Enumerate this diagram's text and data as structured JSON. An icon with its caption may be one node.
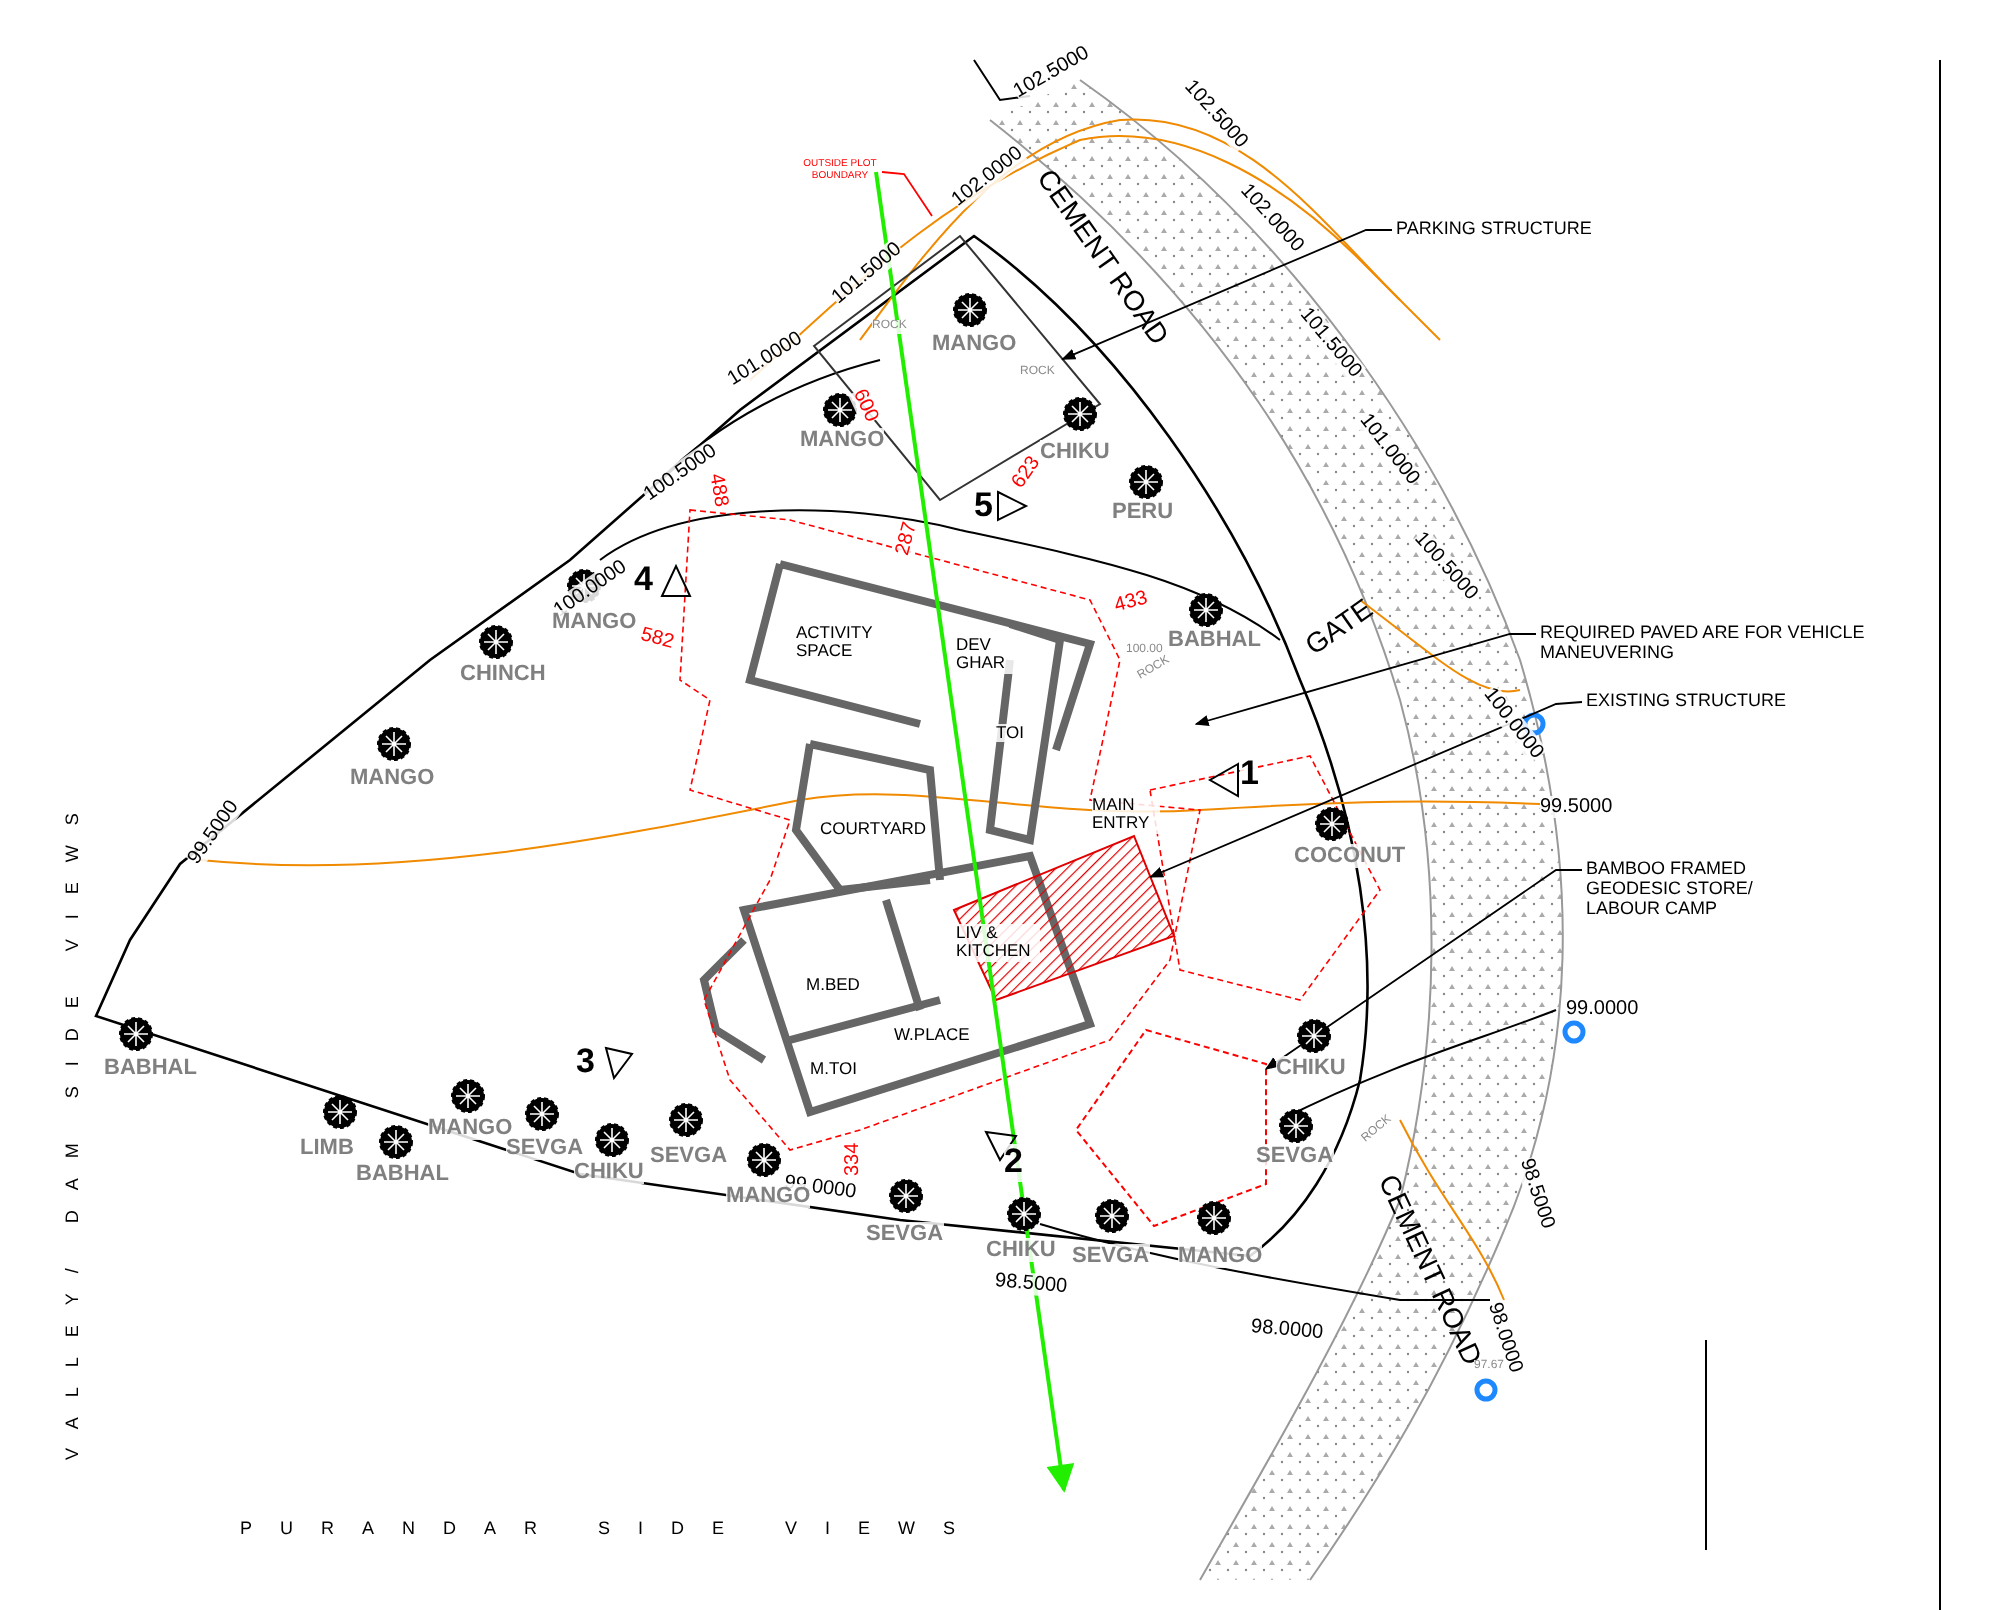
{
  "diagram": {
    "nodes": [
      {
        "text": [
          "OUTSIDE PLOT BOUNDARY"
        ]
      },
      {
        "text": [
          "PARKING STRUCTURE"
        ]
      },
      {
        "text": [],
        "shape": "box"
      },
      {
        "text": [
          "REQUIRED PAVED ARE FOR VEHICLE MANEUVERING"
        ]
      },
      {
        "text": [
          "EXISTING STRUCTURE"
        ]
      },
      {
        "text": [],
        "shape": "box"
      },
      {
        "text": [
          "BAMBOO FRAMED GEODESIC STORE/ LABOUR CAMP"
        ]
      },
      {
        "text": [],
        "shape": "box"
      }
    ],
    "edges": [
      {
        "from": 0,
        "to": null,
        "arrow": "none",
        "color": "#ff0000"
      },
      {
        "from": 1,
        "to": 2,
        "arrow": "to"
      },
      {
        "from": 3,
        "to": null,
        "arrow": "to"
      },
      {
        "from": 4,
        "to": 5,
        "arrow": "to"
      },
      {
        "from": 6,
        "to": 7,
        "arrow": "to"
      }
    ],
    "labels": [
      "102.5000",
      "102.5000",
      "102.0000",
      "102.0000",
      "CEMENT ROAD",
      "101.5000",
      "101.5000",
      "ROCK",
      "MANGO",
      "101.0000",
      "ROCK",
      "101.0000",
      "MANGO",
      "CHIKU",
      "600",
      "100.5000",
      "488",
      "623",
      "5",
      "PERU",
      "287",
      "100.5000",
      "100.0000",
      "4",
      "MANGO",
      "582",
      "433",
      "ACTIVITY SPACE",
      "DEV GHAR",
      "BABHAL",
      "100.00",
      "ROCK",
      "GATE",
      "CHINCH",
      "100.0000",
      "TOI",
      "MANGO",
      "1",
      "MAIN ENTRY",
      "99.5000",
      "COURTYARD",
      "99.5000",
      "COCONUT",
      "LIV & KITCHEN",
      "M.BED",
      "99.0000",
      "W.PLACE",
      "3",
      "BABHAL",
      "CHIKU",
      "M.TOI",
      "MANGO",
      "LIMB",
      "SEVGA",
      "SEVGA",
      "ROCK",
      "SEVGA",
      "2",
      "CHIKU",
      "BABHAL",
      "98.5000",
      "99.0000",
      "334",
      "MANGO",
      "CEMENT ROAD",
      "SEVGA",
      "CHIKU",
      "98.5000",
      "SEVGA",
      "MANGO",
      "98.0000",
      "98.0000",
      "97.67",
      "VALLEY/ DAM SIDE VIEWS",
      "PURANDAR SIDE VIEWS"
    ]
  }
}
